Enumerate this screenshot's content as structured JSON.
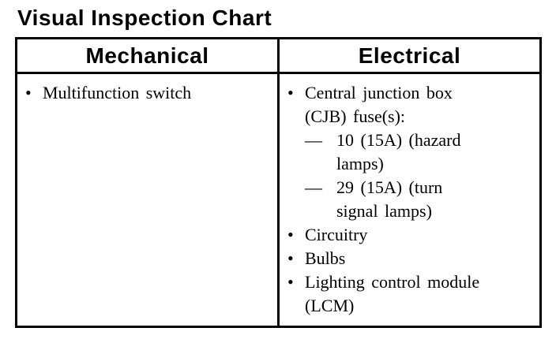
{
  "page": {
    "title": "Visual Inspection Chart"
  },
  "glyphs": {
    "bullet": "•",
    "dash": "—"
  },
  "colors": {
    "text": "#000000",
    "background": "#ffffff",
    "border": "#000000"
  },
  "table": {
    "headers": {
      "mechanical": "Mechanical",
      "electrical": "Electrical"
    },
    "mechanical": {
      "items": [
        {
          "type": "bullet",
          "lines": [
            "Multifunction switch"
          ]
        }
      ]
    },
    "electrical": {
      "items": [
        {
          "type": "bullet",
          "lines": [
            "Central junction box",
            "(CJB) fuse(s):"
          ]
        },
        {
          "type": "dash",
          "lines": [
            "10 (15A) (hazard",
            "lamps)"
          ]
        },
        {
          "type": "dash",
          "lines": [
            "29 (15A) (turn",
            "signal lamps)"
          ]
        },
        {
          "type": "bullet",
          "lines": [
            "Circuitry"
          ]
        },
        {
          "type": "bullet",
          "lines": [
            "Bulbs"
          ]
        },
        {
          "type": "bullet",
          "lines": [
            "Lighting control module",
            "(LCM)"
          ]
        }
      ]
    }
  }
}
